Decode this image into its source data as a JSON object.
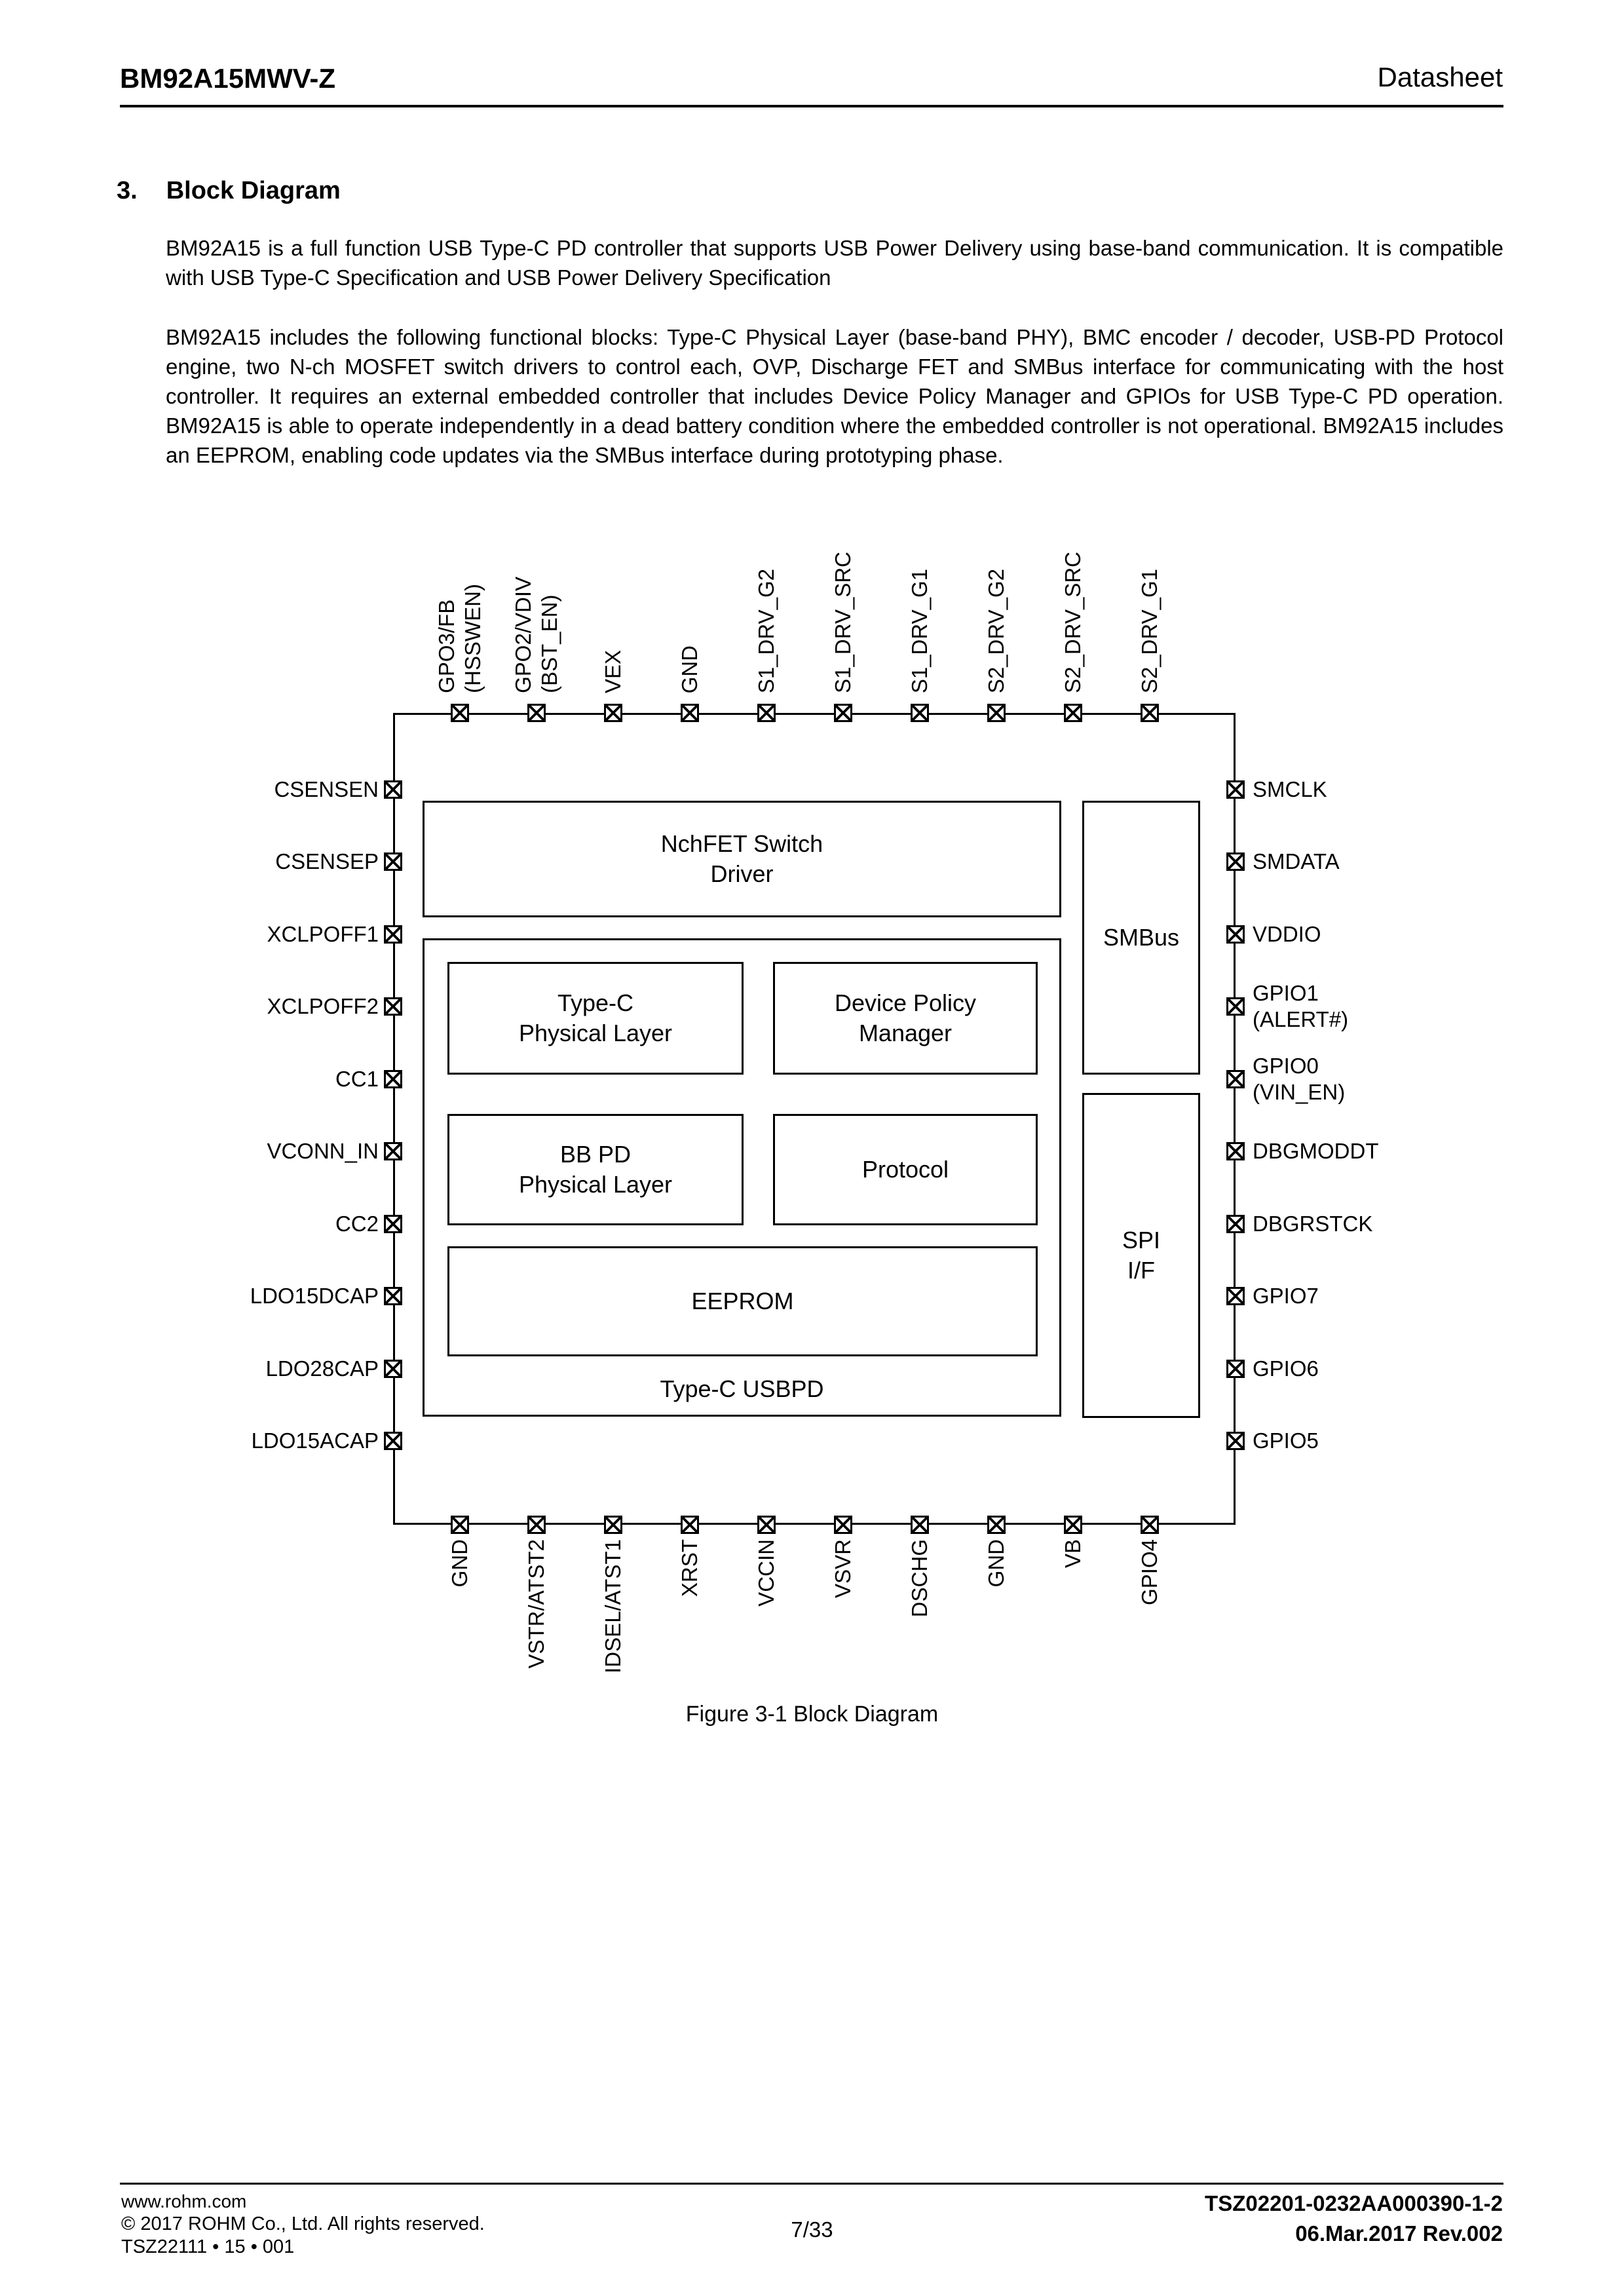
{
  "header": {
    "part": "BM92A15MWV-Z",
    "doc": "Datasheet"
  },
  "section": {
    "number": "3.",
    "title": "Block Diagram"
  },
  "intro": {
    "p1": "BM92A15 is a full function USB Type-C PD controller that supports USB Power Delivery using base-band communication. It is compatible with USB Type-C Specification and USB Power Delivery Specification",
    "p2": "BM92A15 includes the following functional blocks: Type-C Physical Layer (base-band PHY), BMC encoder / decoder, USB-PD Protocol engine, two N-ch MOSFET switch drivers to control each, OVP, Discharge FET and SMBus interface for communicating with the host controller. It requires an external embedded controller that includes Device Policy Manager and GPIOs for USB Type-C PD operation. BM92A15 is able to operate independently in a dead battery condition where the embedded controller is not operational. BM92A15 includes an EEPROM, enabling code updates via the SMBus interface during prototyping phase."
  },
  "diagram": {
    "pins": {
      "top": [
        "GPO3/FB\n(HSSWEN)",
        "GPO2/VDIV\n(BST_EN)",
        "VEX",
        "GND",
        "S1_DRV_G2",
        "S1_DRV_SRC",
        "S1_DRV_G1",
        "S2_DRV_G2",
        "S2_DRV_SRC",
        "S2_DRV_G1"
      ],
      "left": [
        "CSENSEN",
        "CSENSEP",
        "XCLPOFF1",
        "XCLPOFF2",
        "CC1",
        "VCONN_IN",
        "CC2",
        "LDO15DCAP",
        "LDO28CAP",
        "LDO15ACAP"
      ],
      "right": [
        "SMCLK",
        "SMDATA",
        "VDDIO",
        "GPIO1\n(ALERT#)",
        "GPIO0\n(VIN_EN)",
        "DBGMODDT",
        "DBGRSTCK",
        "GPIO7",
        "GPIO6",
        "GPIO5"
      ],
      "bottom": [
        "GND",
        "VSTR/ATST2",
        "IDSEL/ATST1",
        "XRST",
        "VCCIN",
        "VSVR",
        "DSCHG",
        "GND",
        "VB",
        "GPIO4"
      ]
    },
    "blocks": {
      "nchfet": "NchFET Switch\nDriver",
      "typec_phy": "Type-C\nPhysical Layer",
      "dpm": "Device Policy\nManager",
      "bbpd": "BB PD\nPhysical Layer",
      "protocol": "Protocol",
      "eeprom": "EEPROM",
      "usbpd_label": "Type-C USBPD",
      "smbus": "SMBus",
      "spi": "SPI\nI/F"
    },
    "caption": "Figure 3-1 Block Diagram"
  },
  "footer": {
    "url": "www.rohm.com",
    "copyright": "© 2017 ROHM Co., Ltd. All rights reserved.",
    "code": "TSZ22111 • 15 • 001",
    "page": "7/33",
    "doc_number": "TSZ02201-0232AA000390-1-2",
    "revision": "06.Mar.2017 Rev.002"
  }
}
